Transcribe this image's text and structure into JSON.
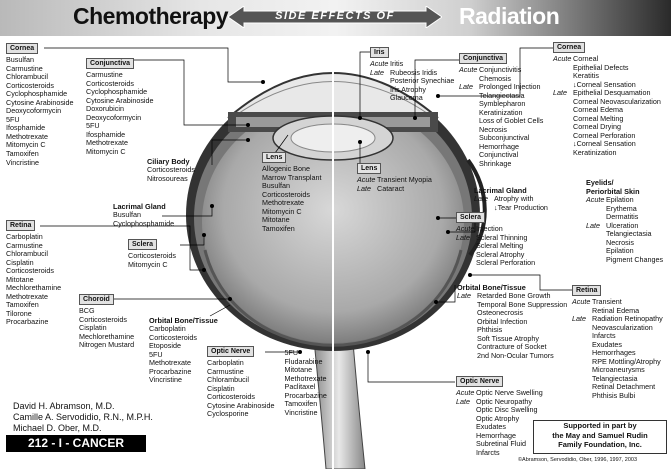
{
  "header": {
    "left_title": "Chemotherapy",
    "center_text": "SIDE EFFECTS OF",
    "right_title": "Radiation"
  },
  "chemo": {
    "cornea": {
      "tag": "Cornea",
      "items": [
        "Busulfan",
        "Carmustine",
        "Chlorambucil",
        "Corticosteroids",
        "Cyclophosphamide",
        "Cytosine Arabinoside",
        "Deoxycoformycin",
        "5FU",
        "Ifosphamide",
        "Methotrexate",
        "Mitomycin C",
        "Tamoxifen",
        "Vincristine"
      ]
    },
    "conjunctiva": {
      "tag": "Conjunctiva",
      "items": [
        "Carmustine",
        "Corticosteroids",
        "Cyclophosphamide",
        "Cytosine Arabinoside",
        "Doxorubicin",
        "Deoxycoformycin",
        "5FU",
        "Ifosphamide",
        "Methotrexate",
        "Mitomycin C"
      ]
    },
    "ciliary": {
      "title": "Ciliary Body",
      "items": [
        "Corticosteroids",
        "Nitrosoureas"
      ]
    },
    "lens": {
      "tag": "Lens",
      "items": [
        "Allogenic Bone",
        "Marrow Transplant",
        "Busulfan",
        "Corticosteroids",
        "Methotrexate",
        "Mitomycin C",
        "Mitotane",
        "Tamoxifen"
      ]
    },
    "lacrimal": {
      "title": "Lacrimal Gland",
      "items": [
        "Busulfan",
        "Cyclophosphamide"
      ]
    },
    "sclera": {
      "tag": "Sclera",
      "items": [
        "Corticosteroids",
        "Mitomycin C"
      ]
    },
    "retina": {
      "tag": "Retina",
      "items": [
        "Carboplatin",
        "Carmustine",
        "Chlorambucil",
        "Cisplatin",
        "Corticosteroids",
        "Mitotane",
        "Mechlorethamine",
        "Methotrexate",
        "Tamoxifen",
        "Tilorone",
        "Procarbazine"
      ]
    },
    "choroid": {
      "tag": "Choroid",
      "items": [
        "BCG",
        "Corticosteroids",
        "Cisplatin",
        "Mechlorethamine",
        "Nitrogen Mustard"
      ]
    },
    "orbital": {
      "title": "Orbital Bone/Tissue",
      "items": [
        "Carboplatin",
        "Corticosteroids",
        "Etoposide",
        "5FU",
        "Methotrexate",
        "Procarbazine",
        "Vincristine"
      ]
    },
    "optic": {
      "tag": "Optic Nerve",
      "col1": [
        "Carboplatin",
        "Carmustine",
        "Chlorambucil",
        "Cisplatin",
        "Corticosteroids",
        "Cytosine Arabinoside",
        "Cyclosporine"
      ],
      "col2": [
        "5FU",
        "Fludarabine",
        "Mitotane",
        "Methotrexate",
        "Paclitaxel",
        "Procarbazine",
        "Tamoxifen",
        "Vincristine"
      ]
    }
  },
  "radiation": {
    "iris": {
      "tag": "Iris",
      "acute": "Acute",
      "late": "Late",
      "acute_items": [
        "Iritis"
      ],
      "late_items": [
        "Rubeosis Iridis",
        "Posterior Synechiae",
        "Iris Atrophy",
        "Glaucoma"
      ]
    },
    "conjunctiva": {
      "tag": "Conjunctiva",
      "acute": "Acute",
      "late": "Late",
      "acute_items": [
        "Conjunctivitis",
        "Chemosis"
      ],
      "late_items": [
        "Prolonged Injection",
        "Telangiectasia",
        "Symblepharon",
        "Keratinization",
        "Loss of Goblet Cells",
        "Necrosis",
        "Subconjunctival",
        "Hemorrhage",
        "Conjunctival",
        "Shrinkage"
      ]
    },
    "cornea": {
      "tag": "Cornea",
      "acute": "Acute",
      "late": "Late",
      "acute_items": [
        "Corneal",
        "Epithelial Defects",
        "Keratitis",
        "Corneal Sensation"
      ],
      "late_items": [
        "Epithelial Desquamation",
        "Corneal Neovascularization",
        "Corneal Edema",
        "Corneal Melting",
        "Corneal Drying",
        "Corneal Perforation",
        "Corneal Sensation",
        "Keratinization"
      ],
      "down_arrow": "↓"
    },
    "lens": {
      "tag": "Lens",
      "acute": "Acute",
      "late": "Late",
      "acute_items": [
        "Transient Myopia"
      ],
      "late_items": [
        "Cataract"
      ]
    },
    "lacrimal": {
      "title": "Lacrimal Gland",
      "late": "Late",
      "items": [
        "Atrophy with",
        "Tear Production"
      ],
      "down_arrow": "↓"
    },
    "eyelids": {
      "title": "Eyelids/",
      "title2": "Periorbital Skin",
      "acute": "Acute",
      "late": "Late",
      "acute_items": [
        "Epilation",
        "Erythema",
        "Dermatitis"
      ],
      "late_items": [
        "Ulceration",
        "Telangiectasia",
        "Necrosis",
        "Epilation",
        "Pigment Changes"
      ]
    },
    "sclera": {
      "tag": "Sclera",
      "acute": "Acute",
      "late": "Late",
      "acute_items": [
        "Injection"
      ],
      "late_items": [
        "Scleral Thinning",
        "Scleral Melting",
        "Scleral Atrophy",
        "Scleral Perforation"
      ]
    },
    "orbital": {
      "title": "Orbital Bone/Tissue",
      "late": "Late",
      "items": [
        "Retarded Bone Growth",
        "Temporal Bone Suppression",
        "Osteonecrosis",
        "Orbital Infection",
        "Phthisis",
        "Soft Tissue Atrophy",
        "Contracture of Socket",
        "2nd Non-Ocular Tumors"
      ]
    },
    "retina": {
      "tag": "Retina",
      "acute": "Acute",
      "late": "Late",
      "acute_items": [
        "Transient",
        "Retinal Edema"
      ],
      "late_items": [
        "Radiation Retinopathy",
        "Neovascularization",
        "Infarcts",
        "Exudates",
        "Hemorrhages",
        "RPE Mottling/Atrophy",
        "Microaneurysms",
        "Telangiectasia",
        "Retinal Detachment",
        "Phthisis Bulbi"
      ]
    },
    "optic": {
      "tag": "Optic Nerve",
      "acute": "Acute",
      "late": "Late",
      "acute_items": [
        "Optic Nerve Swelling"
      ],
      "late_items": [
        "Optic Neuropathy",
        "Optic Disc Swelling",
        "Optic Atrophy",
        "Exudates",
        "Hemorrhage",
        "Subretinal Fluid",
        "Infarcts"
      ]
    }
  },
  "footer": {
    "authors": [
      "David H. Abramson, M.D.",
      "Camille A. Servodidio, R.N., M.P.H.",
      "Michael D. Ober, M.D."
    ],
    "code": "212 - I - CANCER",
    "support": [
      "Supported in part by",
      "the May and Samuel Rudin",
      "Family Foundation, Inc."
    ],
    "copyright": "©Abramson, Servodidio, Ober, 1996, 1997, 2003"
  }
}
